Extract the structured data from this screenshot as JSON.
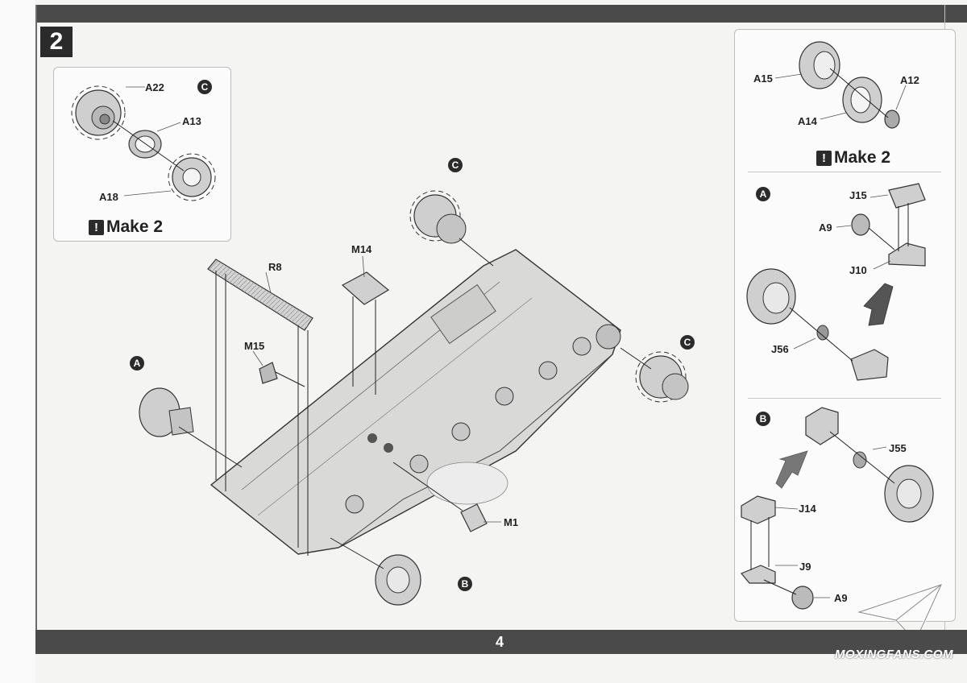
{
  "step_number": "2",
  "page_number": "4",
  "watermark": "MOXINGFANS.COM",
  "subassembly_c": {
    "marker": "C",
    "parts": {
      "a22": "A22",
      "a13": "A13",
      "a18": "A18"
    },
    "make_note": "Make 2"
  },
  "subassembly_wheel": {
    "parts": {
      "a15": "A15",
      "a12": "A12",
      "a14": "A14"
    },
    "make_note": "Make 2"
  },
  "subassembly_a": {
    "marker": "A",
    "parts": {
      "j15": "J15",
      "a9": "A9",
      "j10": "J10",
      "j56": "J56"
    }
  },
  "subassembly_b": {
    "marker": "B",
    "parts": {
      "j55": "J55",
      "j14": "J14",
      "j9": "J9",
      "a9": "A9"
    }
  },
  "main_assembly": {
    "parts": {
      "r8": "R8",
      "m14": "M14",
      "m15": "M15",
      "m1": "M1"
    },
    "markers": {
      "top_c": "C",
      "right_c": "C",
      "left_a": "A",
      "bottom_b": "B"
    }
  },
  "icons": {
    "warning": "exclamation-icon",
    "arrow": "direction-arrow-icon",
    "logo": "paper-plane-logo-icon"
  },
  "colors": {
    "bar": "#4a4a4a",
    "hull": "#d9d9d7",
    "marker": "#2b2b2b"
  }
}
